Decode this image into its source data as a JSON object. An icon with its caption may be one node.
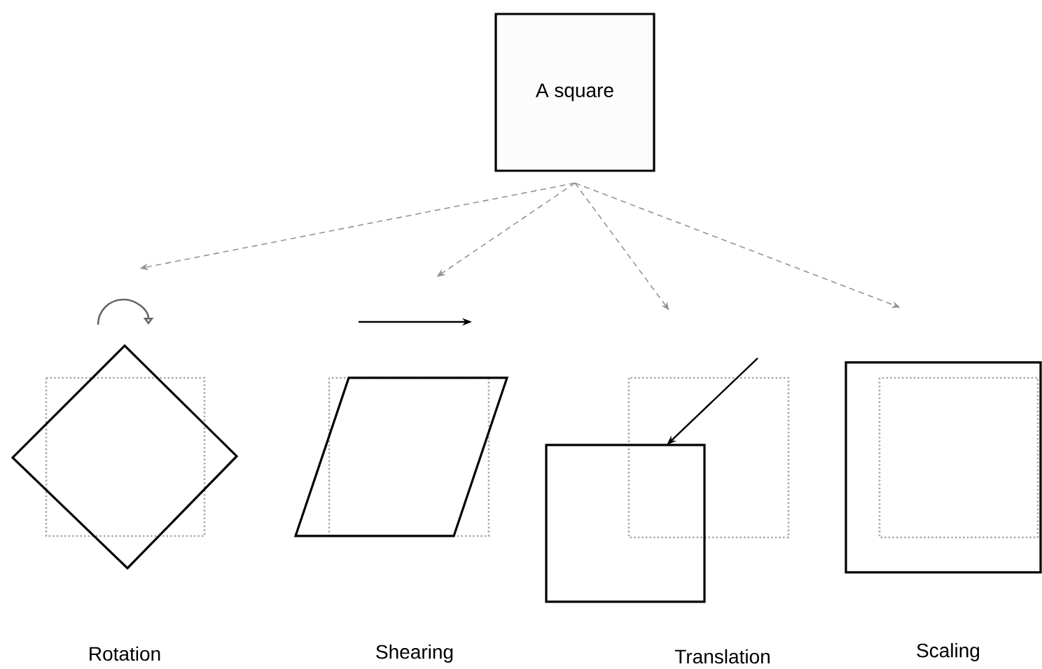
{
  "diagram": {
    "nodes": [
      {
        "text": [
          "A square"
        ]
      },
      {
        "text": [],
        "shape": "picture",
        "beside": [
          "Rotation"
        ]
      },
      {
        "text": [],
        "shape": "picture"
      },
      {
        "text": [],
        "shape": "picture",
        "beside": [
          "Translation"
        ]
      },
      {
        "text": [],
        "shape": "picture",
        "beside": [
          "Scaling"
        ]
      }
    ],
    "edges": [
      {
        "from": 0,
        "to": 1,
        "arrow": "to",
        "style": "dashed"
      },
      {
        "from": 0,
        "to": 2,
        "arrow": "to",
        "style": "dashed"
      },
      {
        "from": 0,
        "to": 3,
        "arrow": "to",
        "style": "dashed"
      },
      {
        "from": 0,
        "to": 4,
        "arrow": "to",
        "style": "dashed"
      }
    ],
    "labels": [
      "Shearing"
    ]
  }
}
